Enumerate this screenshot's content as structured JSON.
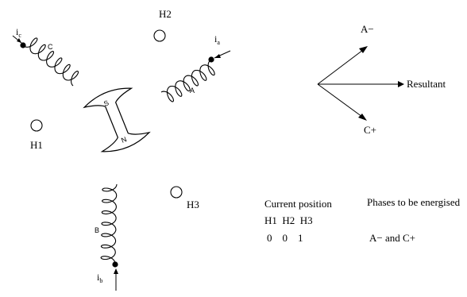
{
  "labels": {
    "hall_h1": "H1",
    "hall_h2": "H2",
    "hall_h3": "H3",
    "coil_a": "A",
    "coil_b": "B",
    "coil_c": "C",
    "current_a_main": "i",
    "current_a_sub": "a",
    "current_b_main": "i",
    "current_b_sub": "b",
    "current_c_main": "i",
    "current_c_sub": "c",
    "rotor_north": "N",
    "rotor_south": "S"
  },
  "phasor": {
    "upper": "A−",
    "lower": "C+",
    "resultant": "Resultant"
  },
  "table": {
    "col1_header": "Current position",
    "col2_header": "Phases to be energised",
    "sensor_header": "H1  H2  H3",
    "sensor_values": "0    0    1",
    "phases": "A− and C+"
  }
}
